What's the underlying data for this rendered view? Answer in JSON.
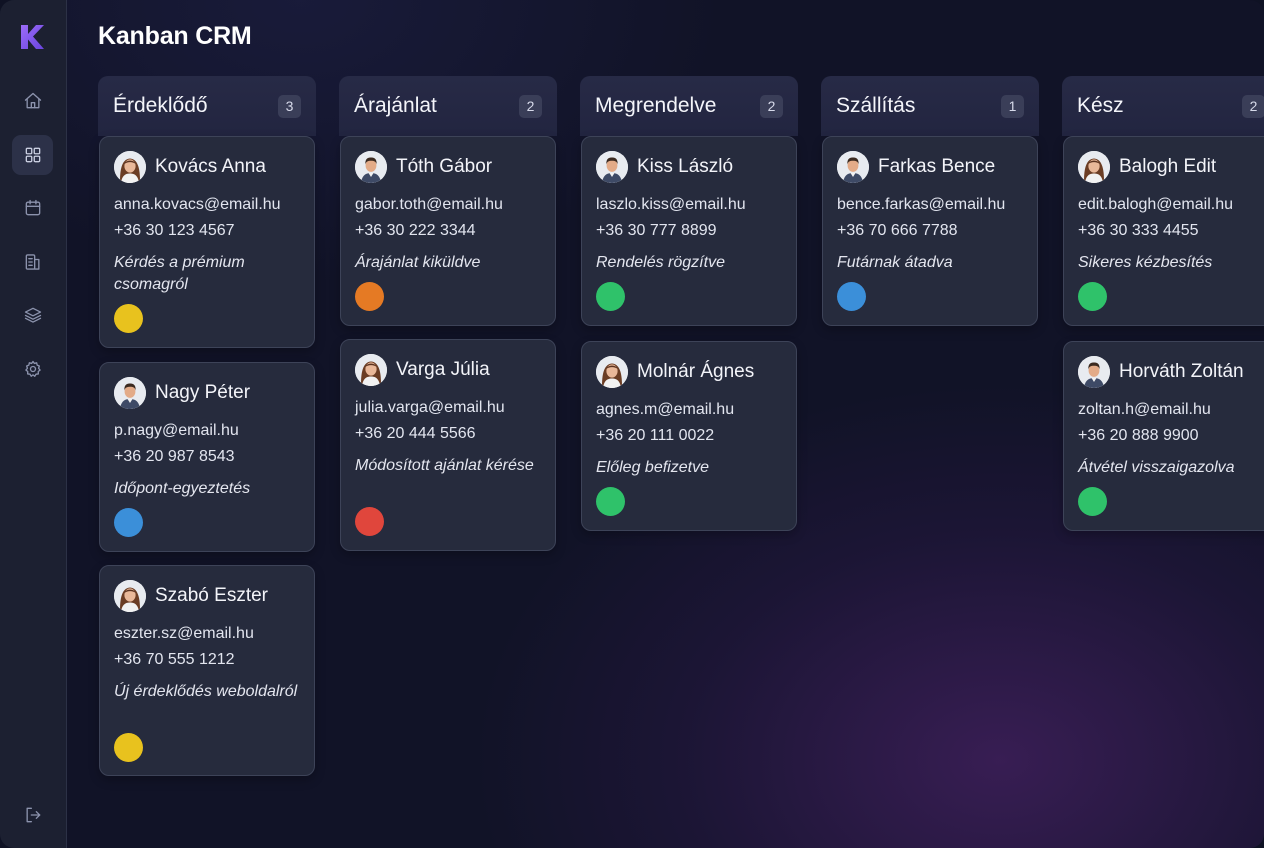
{
  "app": {
    "title": "Kanban CRM",
    "accent": "#7c5cf0"
  },
  "sidebar": {
    "items": [
      {
        "icon": "home-icon",
        "active": false
      },
      {
        "icon": "grid-icon",
        "active": true
      },
      {
        "icon": "calendar-icon",
        "active": false
      },
      {
        "icon": "reports-icon",
        "active": false
      },
      {
        "icon": "layers-icon",
        "active": false
      },
      {
        "icon": "gear-icon",
        "active": false
      }
    ],
    "logout_icon": "logout-icon"
  },
  "columns": [
    {
      "title": "Érdeklődő",
      "count": "3",
      "cards": [
        {
          "name": "Kovács Anna",
          "email": "anna.kovacs@email.hu",
          "phone": "+36 30 123 4567",
          "note": "Kérdés a prémium csomagról",
          "status_color": "#e8c21e",
          "avatar": "female"
        },
        {
          "name": "Nagy Péter",
          "email": "p.nagy@email.hu",
          "phone": "+36 20 987 8543",
          "note": "Időpont-egyeztetés",
          "status_color": "#3b8fd9",
          "avatar": "male"
        },
        {
          "name": "Szabó Eszter",
          "email": "eszter.sz@email.hu",
          "phone": "+36 70 555 1212",
          "note": "Új érdeklődés weboldalról",
          "status_color": "#e8c21e",
          "avatar": "female"
        }
      ]
    },
    {
      "title": "Árajánlat",
      "count": "2",
      "cards": [
        {
          "name": "Tóth Gábor",
          "email": "gabor.toth@email.hu",
          "phone": "+36 30 222 3344",
          "note": "Árajánlat kiküldve",
          "status_color": "#e57a24",
          "avatar": "male"
        },
        {
          "name": "Varga Júlia",
          "email": "julia.varga@email.hu",
          "phone": "+36 20 444 5566",
          "note": "Módosított ajánlat kérése",
          "status_color": "#e0463c",
          "avatar": "female"
        }
      ]
    },
    {
      "title": "Megrendelve",
      "count": "2",
      "cards": [
        {
          "name": "Kiss László",
          "email": "laszlo.kiss@email.hu",
          "phone": "+36 30 777 8899",
          "note": "Rendelés rögzítve",
          "status_color": "#2fc26a",
          "avatar": "male"
        },
        {
          "name": "Molnár Ágnes",
          "email": "agnes.m@email.hu",
          "phone": "+36 20 111 0022",
          "note": "Előleg befizetve",
          "status_color": "#2fc26a",
          "avatar": "female"
        }
      ]
    },
    {
      "title": "Szállítás",
      "count": "1",
      "cards": [
        {
          "name": "Farkas Bence",
          "email": "bence.farkas@email.hu",
          "phone": "+36 70 666 7788",
          "note": "Futárnak átadva",
          "status_color": "#3b8fd9",
          "avatar": "male"
        }
      ]
    },
    {
      "title": "Kész",
      "count": "2",
      "cards": [
        {
          "name": "Balogh Edit",
          "email": "edit.balogh@email.hu",
          "phone": "+36 30 333 4455",
          "note": "Sikeres kézbesítés",
          "status_color": "#2fc26a",
          "avatar": "female"
        },
        {
          "name": "Horváth Zoltán",
          "email": "zoltan.h@email.hu",
          "phone": "+36 20 888 9900",
          "note": "Átvétel visszaigazolva",
          "status_color": "#2fc26a",
          "avatar": "male"
        }
      ]
    }
  ]
}
